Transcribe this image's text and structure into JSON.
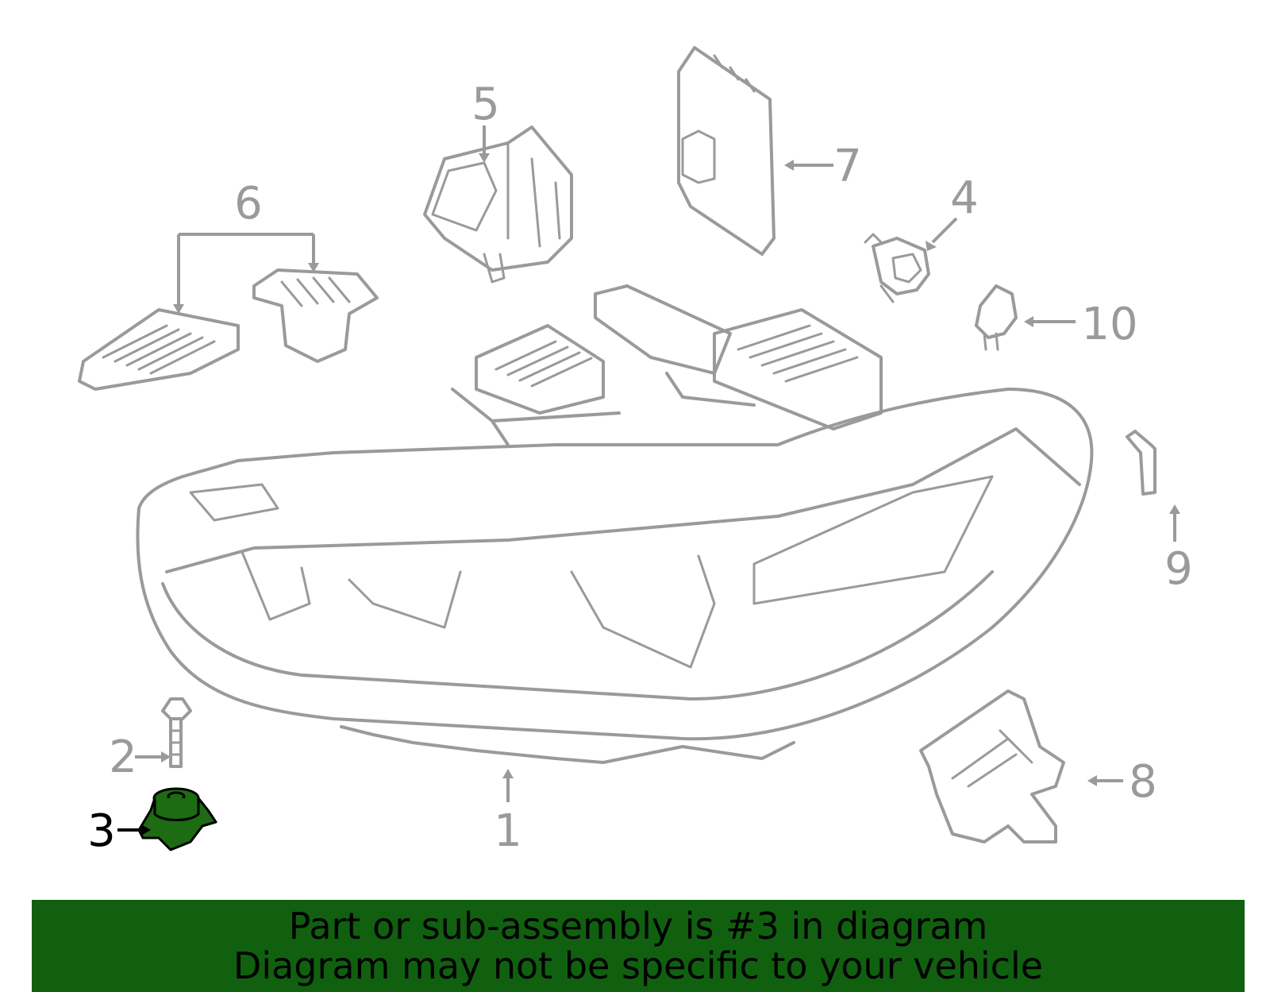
{
  "callouts": {
    "1": "1",
    "2": "2",
    "3": "3",
    "4": "4",
    "5": "5",
    "6": "6",
    "7": "7",
    "8": "8",
    "9": "9",
    "10": "10"
  },
  "highlight": {
    "part_number": "3",
    "color": "#1d6b12"
  },
  "banner": {
    "line1": "Part or sub-assembly is #3 in diagram",
    "line2": "Diagram may not be specific to your vehicle",
    "background": "#106010"
  }
}
